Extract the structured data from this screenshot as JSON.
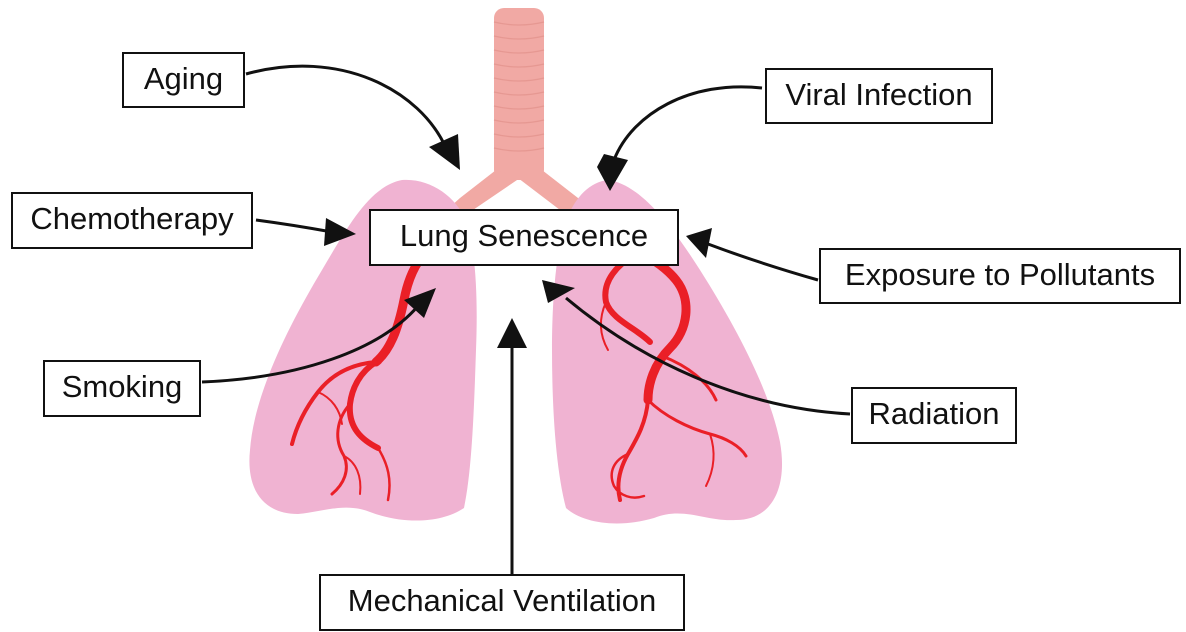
{
  "diagram": {
    "center_label": "Lung Senescence",
    "factors": {
      "aging": "Aging",
      "viral_infection": "Viral Infection",
      "chemotherapy": "Chemotherapy",
      "exposure_to_pollutants": "Exposure to Pollutants",
      "smoking": "Smoking",
      "radiation": "Radiation",
      "mechanical_ventilation": "Mechanical Ventilation"
    },
    "colors": {
      "lung_fill": "#f0b3d2",
      "airway_fill": "#f1a9a4",
      "vessel": "#ea1f27",
      "outline": "#111111"
    }
  }
}
